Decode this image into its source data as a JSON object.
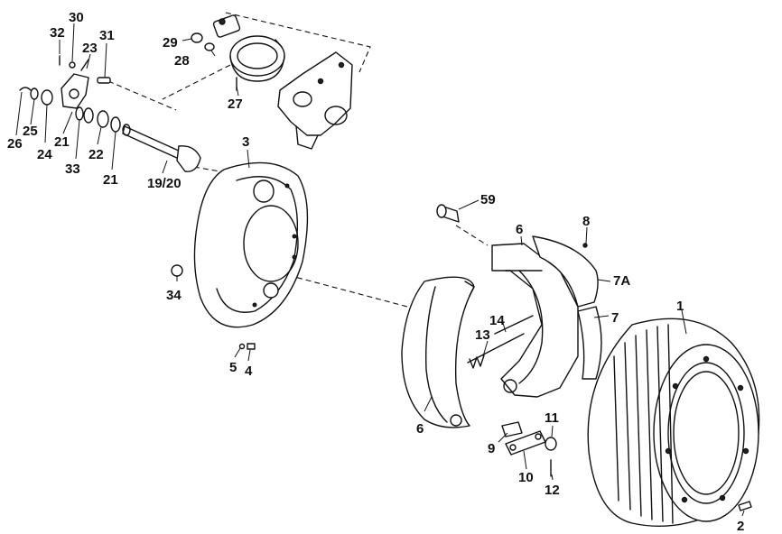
{
  "callouts": {
    "c1": "1",
    "c2": "2",
    "c3": "3",
    "c4": "4",
    "c5": "5",
    "c6a": "6",
    "c6b": "6",
    "c7": "7",
    "c7a": "7A",
    "c8": "8",
    "c9": "9",
    "c10": "10",
    "c11": "11",
    "c12": "12",
    "c13": "13",
    "c14": "14",
    "c19_20": "19/20",
    "c21a": "21",
    "c21b": "21",
    "c22": "22",
    "c23": "23",
    "c24": "24",
    "c25": "25",
    "c26": "26",
    "c27": "27",
    "c28": "28",
    "c29": "29",
    "c30": "30",
    "c31": "31",
    "c32": "32",
    "c33": "33",
    "c34": "34",
    "c59": "59"
  }
}
